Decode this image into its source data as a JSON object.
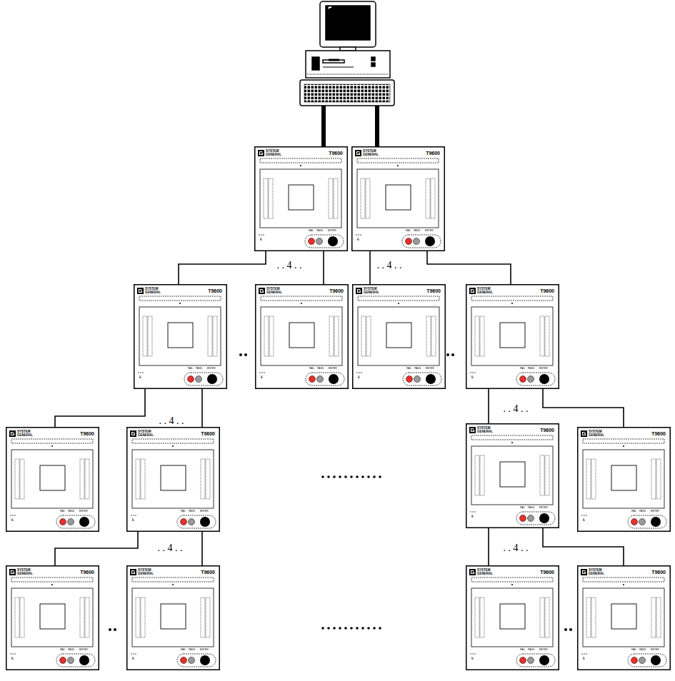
{
  "diagram": {
    "nodes": [
      {
        "text": [
          "SYSTEM GENERAL",
          "T9600",
          "FAIL",
          "PASS",
          "ENTER"
        ]
      },
      {
        "text": [
          "SYSTEM GENERAL",
          "T9600",
          "FAIL",
          "PASS",
          "ENTER"
        ]
      },
      {
        "text": [
          "SYSTEM GENERAL",
          "T9600",
          "FAIL",
          "PASS",
          "ENTER"
        ]
      },
      {
        "text": [
          "SYSTEM GENERAL",
          "T9600",
          "FAIL",
          "PASS",
          "ENTER"
        ]
      },
      {
        "text": [
          "SYSTEM GENERAL",
          "T9600",
          "FAIL",
          "PASS",
          "ENTER"
        ]
      },
      {
        "text": [
          "SYSTEM GENERAL",
          "T9600",
          "FAIL",
          "PASS",
          "ENTER"
        ]
      },
      {
        "text": [
          "SYSTEM GENERAL",
          "T9600",
          "FAIL",
          "PASS",
          "ENTER"
        ]
      },
      {
        "text": [
          "SYSTEM GENERAL",
          "T9600",
          "FAIL",
          "PASS",
          "ENTER"
        ]
      },
      {
        "text": [
          "SYSTEM GENERAL",
          "T9600",
          "FAIL",
          "PASS",
          "ENTER"
        ]
      },
      {
        "text": [
          "SYSTEM GENERAL",
          "T9600",
          "FAIL",
          "PASS",
          "ENTER"
        ]
      },
      {
        "text": [
          "SYSTEM GENERAL",
          "T9600",
          "FAIL",
          "PASS",
          "ENTER"
        ]
      },
      {
        "text": [
          "SYSTEM GENERAL",
          "T9600",
          "FAIL",
          "PASS",
          "ENTER"
        ]
      },
      {
        "text": [
          "SYSTEM GENERAL",
          "T9600",
          "FAIL",
          "PASS",
          "ENTER"
        ]
      },
      {
        "text": [
          "SYSTEM GENERAL",
          "T9600",
          "FAIL",
          "PASS",
          "ENTER"
        ]
      }
    ],
    "edges": [
      {
        "from": 0,
        "to": 2,
        "arrow": "none"
      },
      {
        "from": 0,
        "to": 3,
        "arrow": "none"
      },
      {
        "from": 1,
        "to": 4,
        "arrow": "none"
      },
      {
        "from": 1,
        "to": 5,
        "arrow": "none"
      },
      {
        "from": 2,
        "to": 6,
        "arrow": "none"
      },
      {
        "from": 2,
        "to": 7,
        "arrow": "none"
      },
      {
        "from": 5,
        "to": 8,
        "arrow": "none"
      },
      {
        "from": 5,
        "to": 9,
        "arrow": "none"
      },
      {
        "from": 7,
        "to": 10,
        "arrow": "none"
      },
      {
        "from": 7,
        "to": 11,
        "arrow": "none"
      },
      {
        "from": 8,
        "to": 12,
        "arrow": "none"
      },
      {
        "from": 8,
        "to": 13,
        "arrow": "none"
      }
    ],
    "labels": [
      ". . 4 . .",
      ". . 4 . .",
      ". . 4 . .",
      ". . 4 . .",
      ". . 4 . .",
      ". . 4 . ."
    ]
  }
}
